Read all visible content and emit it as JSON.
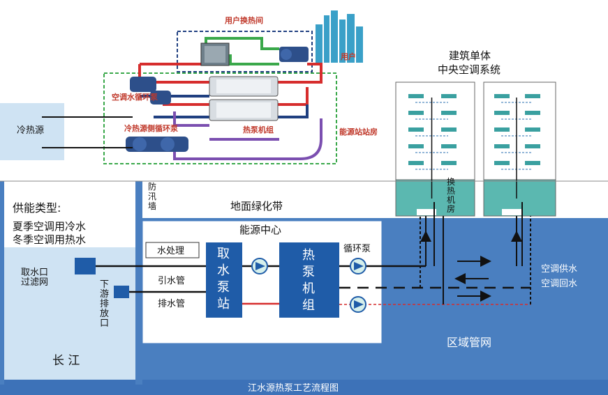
{
  "top_plant": {
    "user_station": "用户换热间",
    "user": "用户",
    "ac_pump": "空调水循环泵",
    "cold_pump": "冷热源侧循环泵",
    "heat_pump_unit": "热泵机组",
    "energy_station": "能源站站房"
  },
  "left_source": {
    "label": "冷热源"
  },
  "supply": {
    "title": "供能类型:",
    "line1": "夏季空调用冷水",
    "line2": "冬季空调用热水"
  },
  "flood_wall": "防汛墙",
  "green_belt": "地面绿化带",
  "building": {
    "title1": "建筑单体",
    "title2": "中央空调系统",
    "hx_room": "换热机房"
  },
  "energy_center": {
    "title": "能源中心",
    "water_treatment": "水处理",
    "intake_station": "取水泵站",
    "heat_pump": "热泵机组",
    "circ_pump": "循环泵",
    "intake_pipe": "引水管",
    "drain_pipe": "排水管"
  },
  "river": {
    "intake": "取水口过滤网",
    "outfall": "下游排放口",
    "name": "长 江"
  },
  "network": {
    "supply": "空调供水",
    "return": "空调回水",
    "district": "区域管网"
  },
  "footer": "江水源热泵工艺流程图",
  "colors": {
    "water": "#4a7fc0",
    "light_water": "#cfe3f3",
    "teal": "#5bb8b0",
    "red": "#d62d2d",
    "green": "#3aa84a",
    "navy": "#1f3f80"
  }
}
